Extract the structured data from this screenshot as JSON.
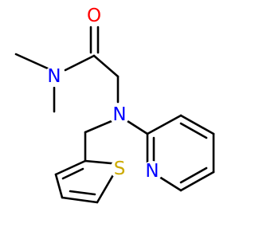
{
  "molecule": {
    "atoms": {
      "o1": {
        "symbol": "O",
        "color": "#ff0000"
      },
      "n_amide": {
        "symbol": "N",
        "color": "#0000ff"
      },
      "n_amine": {
        "symbol": "N",
        "color": "#0000ff"
      },
      "n_pyridine": {
        "symbol": "N",
        "color": "#0000ff"
      },
      "s1": {
        "symbol": "S",
        "color": "#ccaa00"
      }
    },
    "bond_color": "#000000"
  }
}
